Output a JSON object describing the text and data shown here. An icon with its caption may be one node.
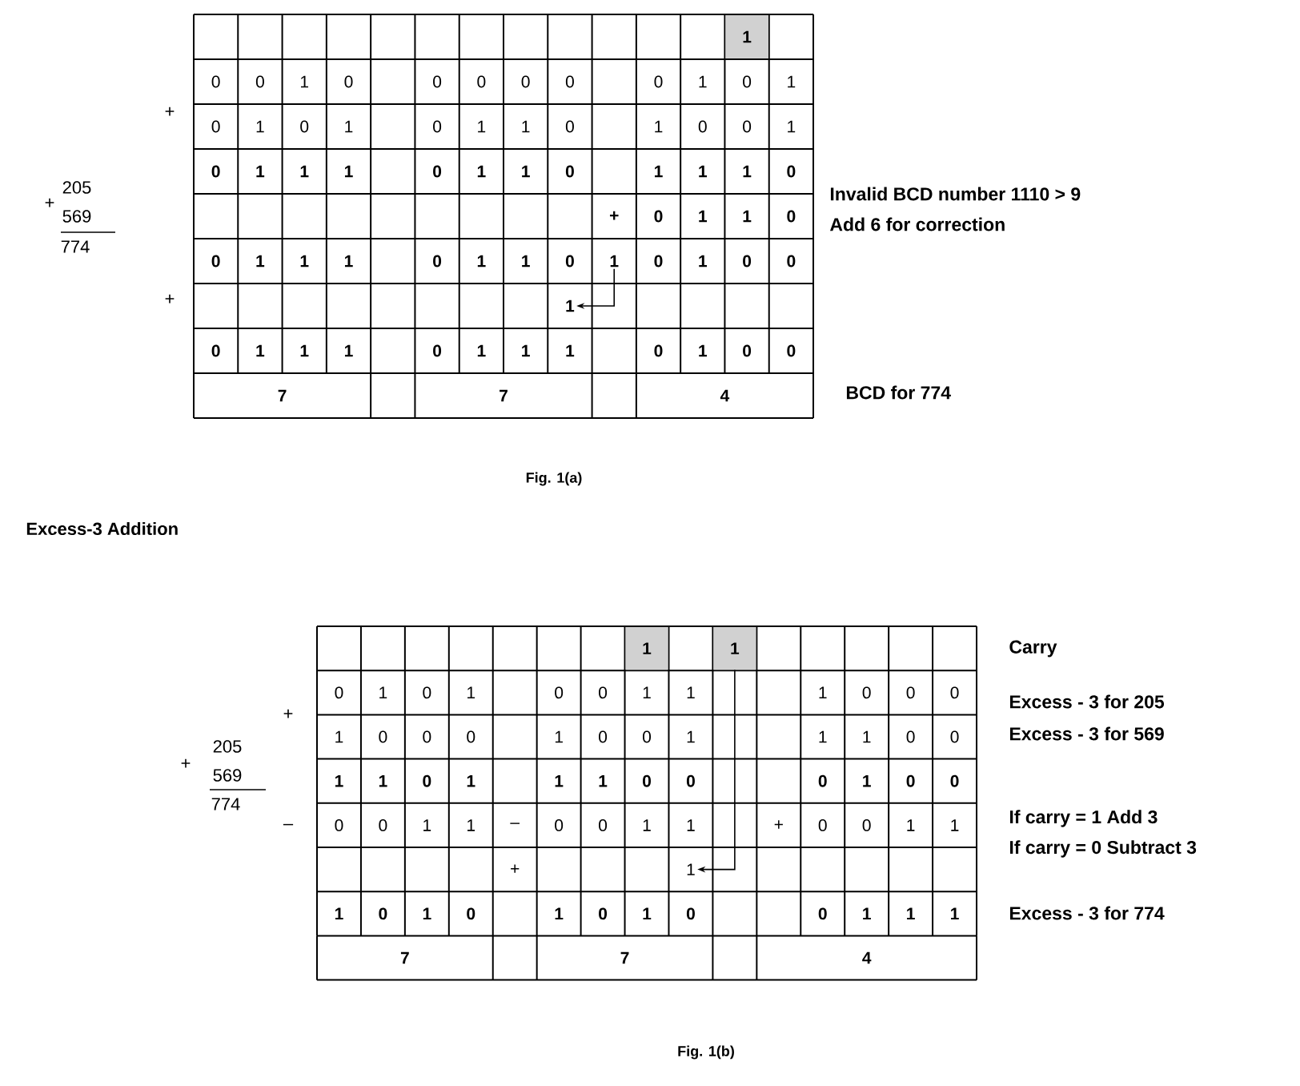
{
  "diagram": {
    "nodes": [
      {
        "text": [
          "1"
        ]
      },
      {
        "text": [
          "1"
        ]
      },
      {
        "text": [
          "1"
        ]
      },
      {
        "text": [
          "1"
        ]
      }
    ],
    "edges": [
      {
        "from": 0,
        "to": 1,
        "arrow": "to"
      },
      {
        "from": 2,
        "to": 3,
        "arrow": "to"
      }
    ],
    "labels": [
      "1",
      "0",
      "0",
      "1",
      "0",
      "0",
      "0",
      "0",
      "0",
      "0",
      "1",
      "0",
      "1",
      "0",
      "1",
      "0",
      "1",
      "0",
      "1",
      "1",
      "0",
      "1",
      "0",
      "0",
      "1",
      "0",
      "1",
      "1",
      "1",
      "0",
      "1",
      "1",
      "0",
      "1",
      "1",
      "1",
      "0",
      "+",
      "0",
      "1",
      "1",
      "0",
      "0",
      "1",
      "1",
      "1",
      "0",
      "1",
      "1",
      "0",
      "0",
      "1",
      "0",
      "0",
      "0",
      "1",
      "1",
      "1",
      "0",
      "1",
      "1",
      "1",
      "0",
      "1",
      "0",
      "0",
      "7",
      "7",
      "4",
      "+",
      "+",
      "+",
      "205",
      "569",
      "774",
      "Invalid BCD number 1110 > 9",
      "Add 6 for correction",
      "BCD for 774",
      "Fig. 1(a)",
      "Excess-3 Addition",
      "1",
      "0",
      "1",
      "0",
      "1",
      "0",
      "0",
      "1",
      "1",
      "1",
      "0",
      "0",
      "0",
      "1",
      "0",
      "0",
      "0",
      "1",
      "0",
      "0",
      "1",
      "1",
      "1",
      "0",
      "0",
      "1",
      "1",
      "0",
      "1",
      "1",
      "1",
      "0",
      "0",
      "0",
      "1",
      "0",
      "0",
      "0",
      "0",
      "1",
      "1",
      "–",
      "0",
      "0",
      "1",
      "1",
      "+",
      "0",
      "0",
      "1",
      "1",
      "+",
      "1",
      "0",
      "1",
      "0",
      "1",
      "0",
      "1",
      "0",
      "0",
      "1",
      "1",
      "1",
      "7",
      "7",
      "4",
      "+",
      "–",
      "+",
      "205",
      "569",
      "774",
      "Carry",
      "Excess - 3 for 205",
      "Excess - 3 for 569",
      "If carry = 1 Add 3",
      "If carry = 0 Subtract 3",
      "Excess - 3 for 774",
      "Fig. 1(b)"
    ]
  }
}
